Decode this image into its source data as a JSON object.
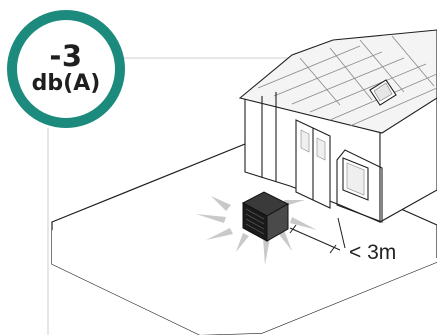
{
  "badge": {
    "value": "-3",
    "unit": "db(A)",
    "ring_color": "#1c8a7c"
  },
  "distance_label": "< 3m",
  "icons": [
    "house-icon",
    "heat-pump-unit-icon",
    "noise-burst-icon",
    "skylight-icon",
    "window-icon",
    "door-icon"
  ]
}
